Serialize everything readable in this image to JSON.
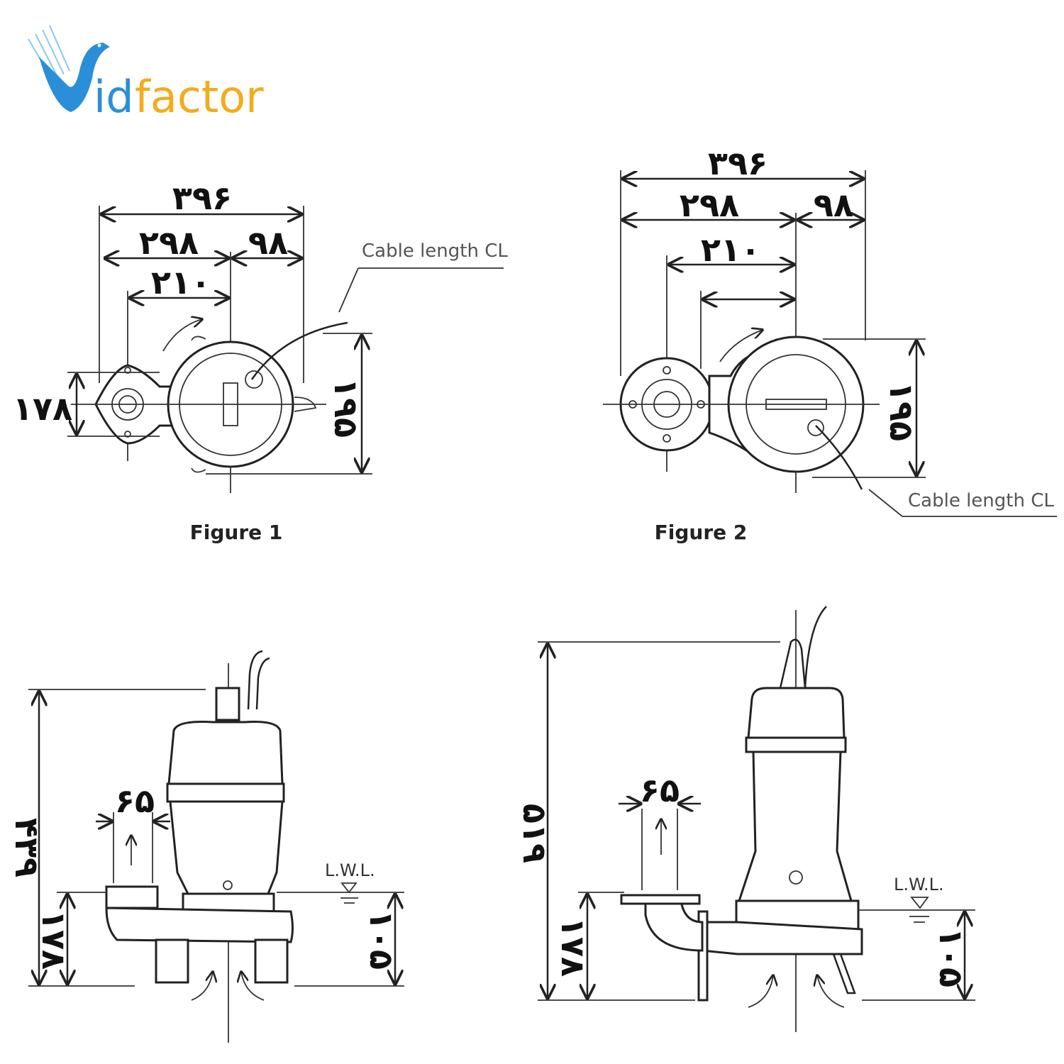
{
  "logo": {
    "text": "Vidfactor",
    "part1": "id",
    "part2": "factor",
    "colors": {
      "blue": "#2a8fd8",
      "gold": "#f2ac1c"
    }
  },
  "figure1": {
    "caption": "Figure 1",
    "cable_note": "Cable length CL",
    "dims": {
      "overall_width": "۳۹۶",
      "width_a": "۲۹۸",
      "width_b": "۹۸",
      "width_c": "۲۱۰",
      "flange_height": "۱۷۸",
      "body_height": "۱۹۵"
    }
  },
  "figure2": {
    "caption": "Figure 2",
    "cable_note": "Cable length CL",
    "dims": {
      "overall_width": "۳۹۶",
      "width_a": "۲۹۸",
      "width_b": "۹۸",
      "width_c": "۲۱۰",
      "body_height": "۱۹۵"
    }
  },
  "side1": {
    "dims": {
      "outlet": "۶۵",
      "total_height": "۴۳۹",
      "outlet_height": "۱۷۸",
      "lwl_height": "۱۰۵"
    },
    "lwl_label": "L.W.L."
  },
  "side2": {
    "dims": {
      "outlet": "۶۵",
      "total_height": "۵۱۹",
      "outlet_height": "۱۷۸",
      "lwl_height": "۱۰۵"
    },
    "lwl_label": "L.W.L."
  }
}
